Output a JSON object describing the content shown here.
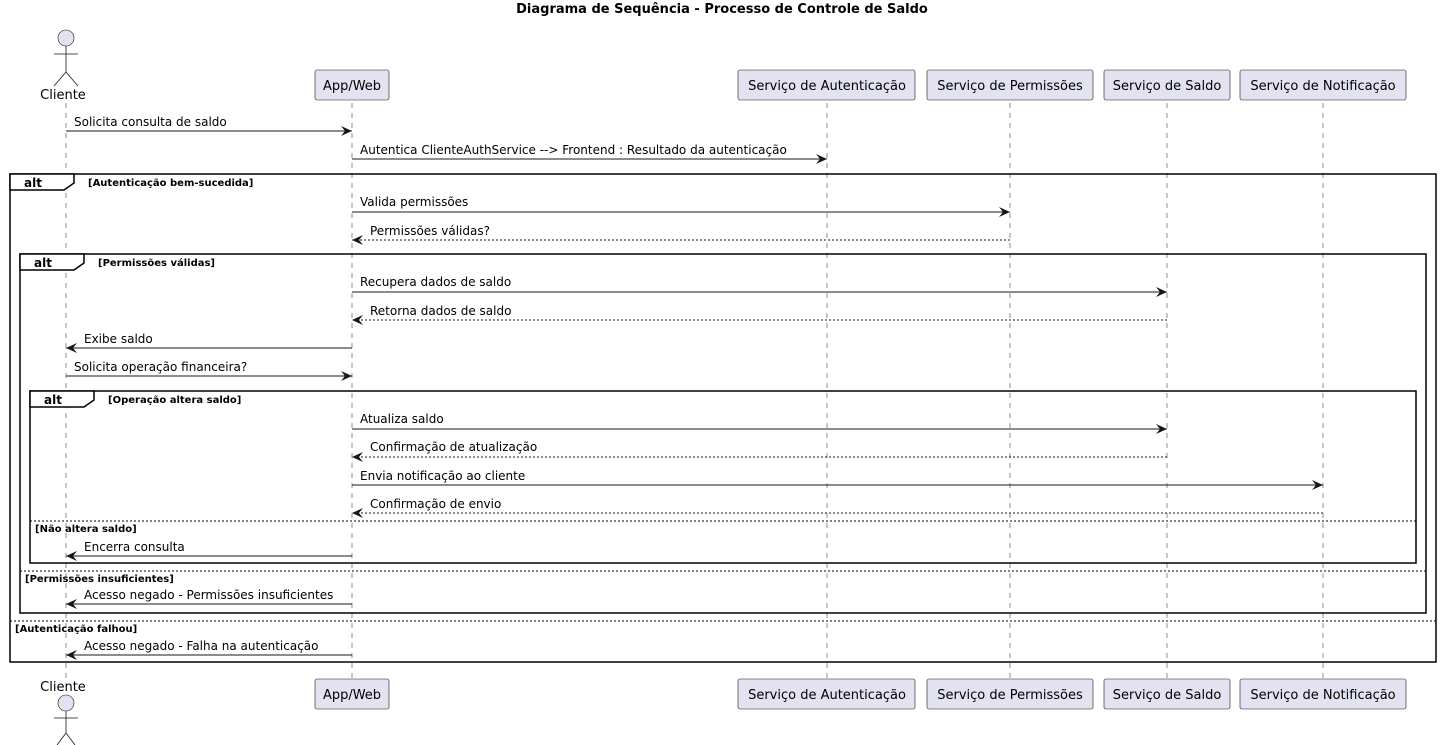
{
  "title": "Diagrama de Sequência - Processo de Controle de Saldo",
  "participants": [
    {
      "id": "cliente",
      "label": "Cliente",
      "kind": "actor"
    },
    {
      "id": "app",
      "label": "App/Web",
      "kind": "participant"
    },
    {
      "id": "auth",
      "label": "Serviço de Autenticação",
      "kind": "participant"
    },
    {
      "id": "perm",
      "label": "Serviço de Permissões",
      "kind": "participant"
    },
    {
      "id": "saldo",
      "label": "Serviço de Saldo",
      "kind": "participant"
    },
    {
      "id": "notif",
      "label": "Serviço de Notificação",
      "kind": "participant"
    }
  ],
  "messages": [
    {
      "from": "cliente",
      "to": "app",
      "label": "Solicita consulta de saldo",
      "style": "solid"
    },
    {
      "from": "app",
      "to": "auth",
      "label": "Autentica ClienteAuthService --> Frontend : Resultado da autenticação",
      "style": "solid"
    },
    {
      "from": "app",
      "to": "perm",
      "label": "Valida permissões",
      "style": "solid"
    },
    {
      "from": "perm",
      "to": "app",
      "label": "Permissões válidas?",
      "style": "dashed"
    },
    {
      "from": "app",
      "to": "saldo",
      "label": "Recupera dados de saldo",
      "style": "solid"
    },
    {
      "from": "saldo",
      "to": "app",
      "label": "Retorna dados de saldo",
      "style": "dashed"
    },
    {
      "from": "app",
      "to": "cliente",
      "label": "Exibe saldo",
      "style": "solid"
    },
    {
      "from": "cliente",
      "to": "app",
      "label": "Solicita operação financeira?",
      "style": "solid"
    },
    {
      "from": "app",
      "to": "saldo",
      "label": "Atualiza saldo",
      "style": "solid"
    },
    {
      "from": "saldo",
      "to": "app",
      "label": "Confirmação de atualização",
      "style": "dashed"
    },
    {
      "from": "app",
      "to": "notif",
      "label": "Envia notificação ao cliente",
      "style": "solid"
    },
    {
      "from": "notif",
      "to": "app",
      "label": "Confirmação de envio",
      "style": "dashed"
    },
    {
      "from": "app",
      "to": "cliente",
      "label": "Encerra consulta",
      "style": "solid"
    },
    {
      "from": "app",
      "to": "cliente",
      "label": "Acesso negado - Permissões insuficientes",
      "style": "solid"
    },
    {
      "from": "app",
      "to": "cliente",
      "label": "Acesso negado - Falha na autenticação",
      "style": "solid"
    }
  ],
  "fragments": [
    {
      "keyword": "alt",
      "guard": "[Autenticação bem-sucedida]",
      "else_guard": "[Autenticação falhou]"
    },
    {
      "keyword": "alt",
      "guard": "[Permissões válidas]",
      "else_guard": "[Permissões insuficientes]"
    },
    {
      "keyword": "alt",
      "guard": "[Operação altera saldo]",
      "else_guard": "[Não altera saldo]"
    }
  ],
  "colors": {
    "participant_fill": "#E2E2F0",
    "line": "#181818"
  }
}
